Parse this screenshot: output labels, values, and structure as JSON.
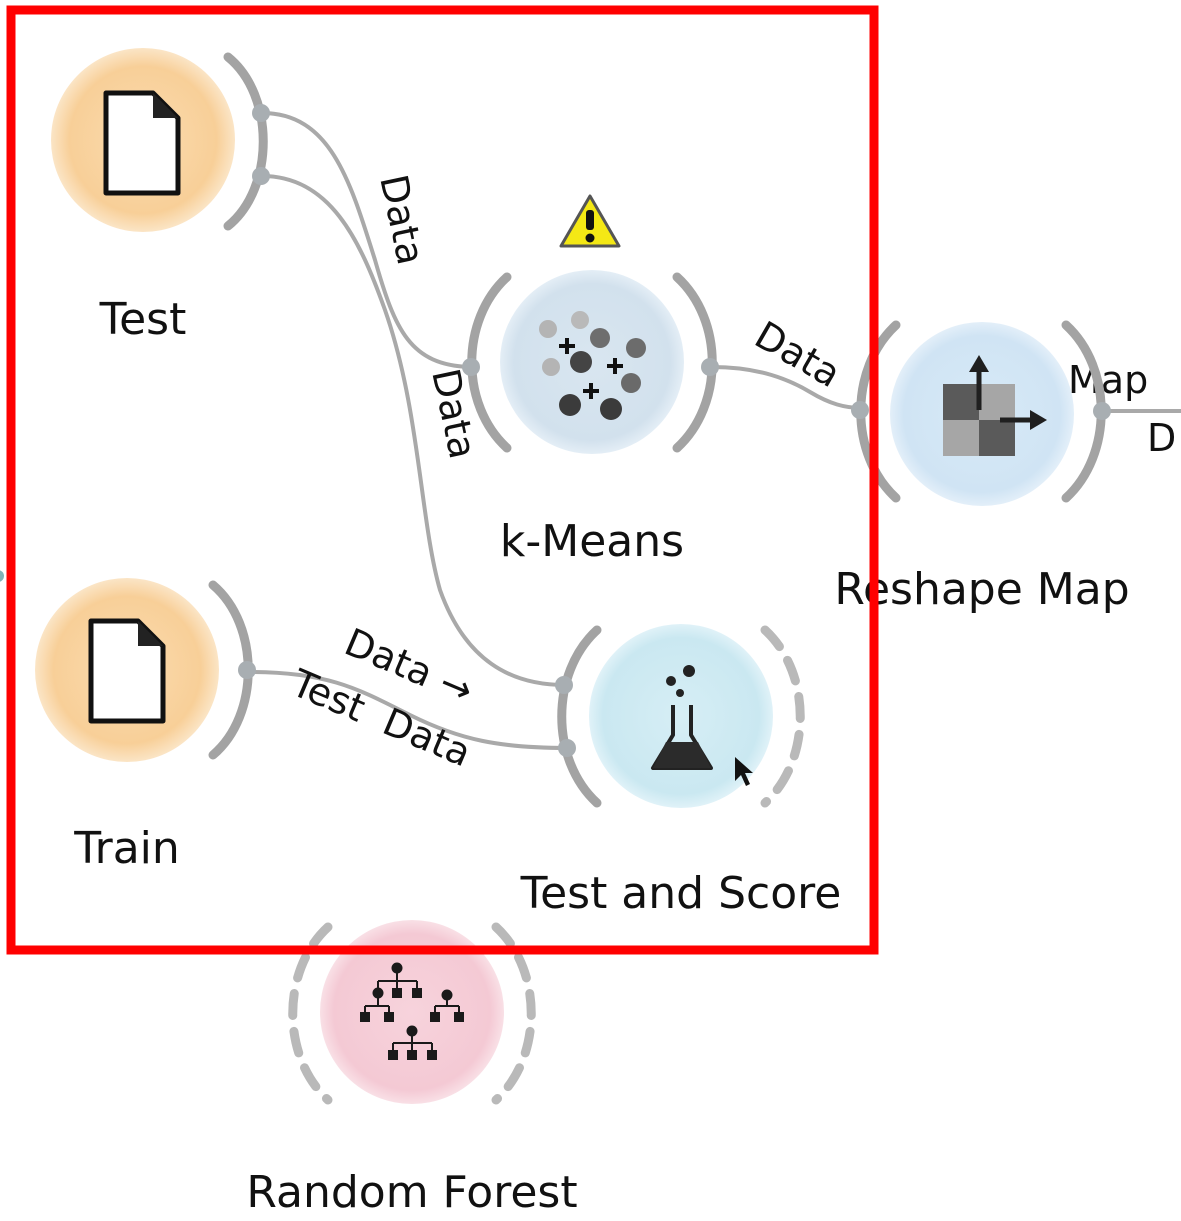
{
  "workflow": {
    "nodes": [
      {
        "id": "test",
        "label": "Test",
        "type": "file",
        "icon": "file-icon",
        "color": "#f8cf98"
      },
      {
        "id": "kmeans",
        "label": "k-Means",
        "type": "clustering",
        "icon": "kmeans-clusters-icon",
        "color": "#d4e3ef",
        "status": "warning"
      },
      {
        "id": "reshape",
        "label": "Reshape Map",
        "type": "transform",
        "icon": "reshape-map-icon",
        "color": "#d3e5f5"
      },
      {
        "id": "train",
        "label": "Train",
        "type": "file",
        "icon": "file-icon",
        "color": "#f8cf98"
      },
      {
        "id": "testscore",
        "label": "Test and Score",
        "type": "evaluate",
        "icon": "flask-icon",
        "color": "#cde9f2"
      },
      {
        "id": "rf",
        "label": "Random Forest",
        "type": "model",
        "icon": "random-forest-icon",
        "color": "#f5cbd6"
      }
    ],
    "links": [
      {
        "from": "test",
        "to": "kmeans",
        "label": "Data"
      },
      {
        "from": "test",
        "to": "testscore",
        "label": "Data"
      },
      {
        "from": "kmeans",
        "to": "reshape",
        "label": "Data"
      },
      {
        "from": "train",
        "to": "testscore",
        "label_line1": "Data →",
        "label_line2": "Test  Data"
      },
      {
        "from": "reshape",
        "to": "offscreen",
        "label_top": "Map",
        "label_bottom": "D"
      }
    ],
    "warning_icon": "warning-icon",
    "highlight": {
      "color": "#ff0000"
    },
    "cursor": "mouse-pointer-icon"
  }
}
